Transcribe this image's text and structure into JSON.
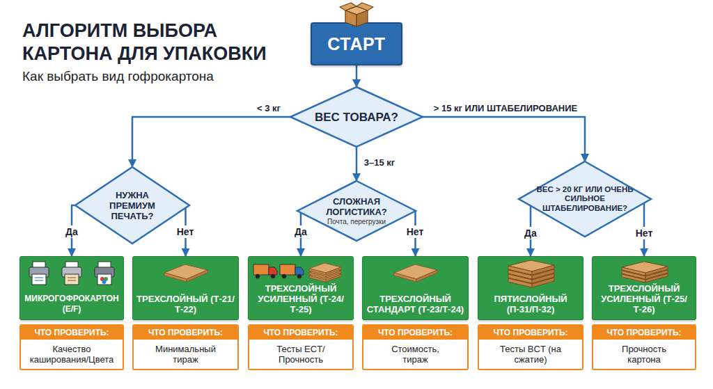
{
  "diagram": {
    "title": "АЛГОРИТМ ВЫБОРА КАРТОНА ДЛЯ УПАКОВКИ",
    "nodes": [
      {
        "text": [
          "СТАРТ"
        ]
      },
      {
        "text": [
          "ВЕС ТОВАРА?"
        ]
      },
      {
        "text": [
          "НУЖНА ПРЕМИУМ ПЕЧАТЬ?"
        ]
      },
      {
        "text": [
          "СЛОЖНАЯ ЛОГИСТИКА?",
          "Почта, перегрузки"
        ]
      },
      {
        "text": [
          "ВЕС > 20 КГ ИЛИ ОЧЕНЬ СИЛЬНОЕ ШТАБЕЛИРОВАНИЕ?"
        ]
      },
      {
        "text": [
          "МИКРОГОФРОКАРТОН (E/F)"
        ]
      },
      {
        "text": [
          "ЧТО ПРОВЕРИТЬ:",
          "Качество каширования/Цвета"
        ]
      },
      {
        "text": [
          "ТРЕХСЛОЙНЫЙ (Т-21/Т-22)"
        ]
      },
      {
        "text": [
          "ЧТО ПРОВЕРИТЬ:",
          "Минимальный тираж"
        ]
      },
      {
        "text": [
          "ТРЕХСЛОЙНЫЙ УСИЛЕННЫЙ (Т-24/Т-25)"
        ]
      },
      {
        "text": [
          "ЧТО ПРОВЕРИТЬ:",
          "Тесты ECT/ Прочность"
        ]
      },
      {
        "text": [
          "ТРЕХСЛОЙНЫЙ СТАНДАРТ (Т-23/Т-24)"
        ]
      },
      {
        "text": [
          "ЧТО ПРОВЕРИТЬ:",
          "Стоимость, тираж"
        ]
      },
      {
        "text": [
          "ПЯТИСЛОЙНЫЙ (П-31/П-32)"
        ]
      },
      {
        "text": [
          "ЧТО ПРОВЕРИТЬ:",
          "Тесты BCT (на сжатие)"
        ]
      },
      {
        "text": [
          "ТРЕХСЛОЙНЫЙ УСИЛЕННЫЙ (Т-25/Т-26)"
        ]
      },
      {
        "text": [
          "ЧТО ПРОВЕРИТЬ:",
          "Прочность картона"
        ]
      }
    ],
    "edges": [
      {
        "from": 0,
        "to": 1,
        "arrow": "to"
      },
      {
        "from": 1,
        "to": 2,
        "label": "< 3 кг",
        "arrow": "to"
      },
      {
        "from": 1,
        "to": 3,
        "label": "3–15 кг",
        "arrow": "to"
      },
      {
        "from": 1,
        "to": 4,
        "label": "> 15 кг ИЛИ ШТАБЕЛИРОВАНИЕ",
        "arrow": "to"
      },
      {
        "from": 2,
        "to": 5,
        "label": "Да",
        "arrow": "to"
      },
      {
        "from": 2,
        "to": 7,
        "label": "Нет",
        "arrow": "to"
      },
      {
        "from": 3,
        "to": 9,
        "label": "Да",
        "arrow": "to"
      },
      {
        "from": 3,
        "to": 11,
        "label": "Нет",
        "arrow": "to"
      },
      {
        "from": 4,
        "to": 13,
        "label": "Да",
        "arrow": "to"
      },
      {
        "from": 4,
        "to": 15,
        "label": "Нет",
        "arrow": "to"
      }
    ],
    "labels": [
      "Как выбрать вид гофрокартона"
    ]
  }
}
